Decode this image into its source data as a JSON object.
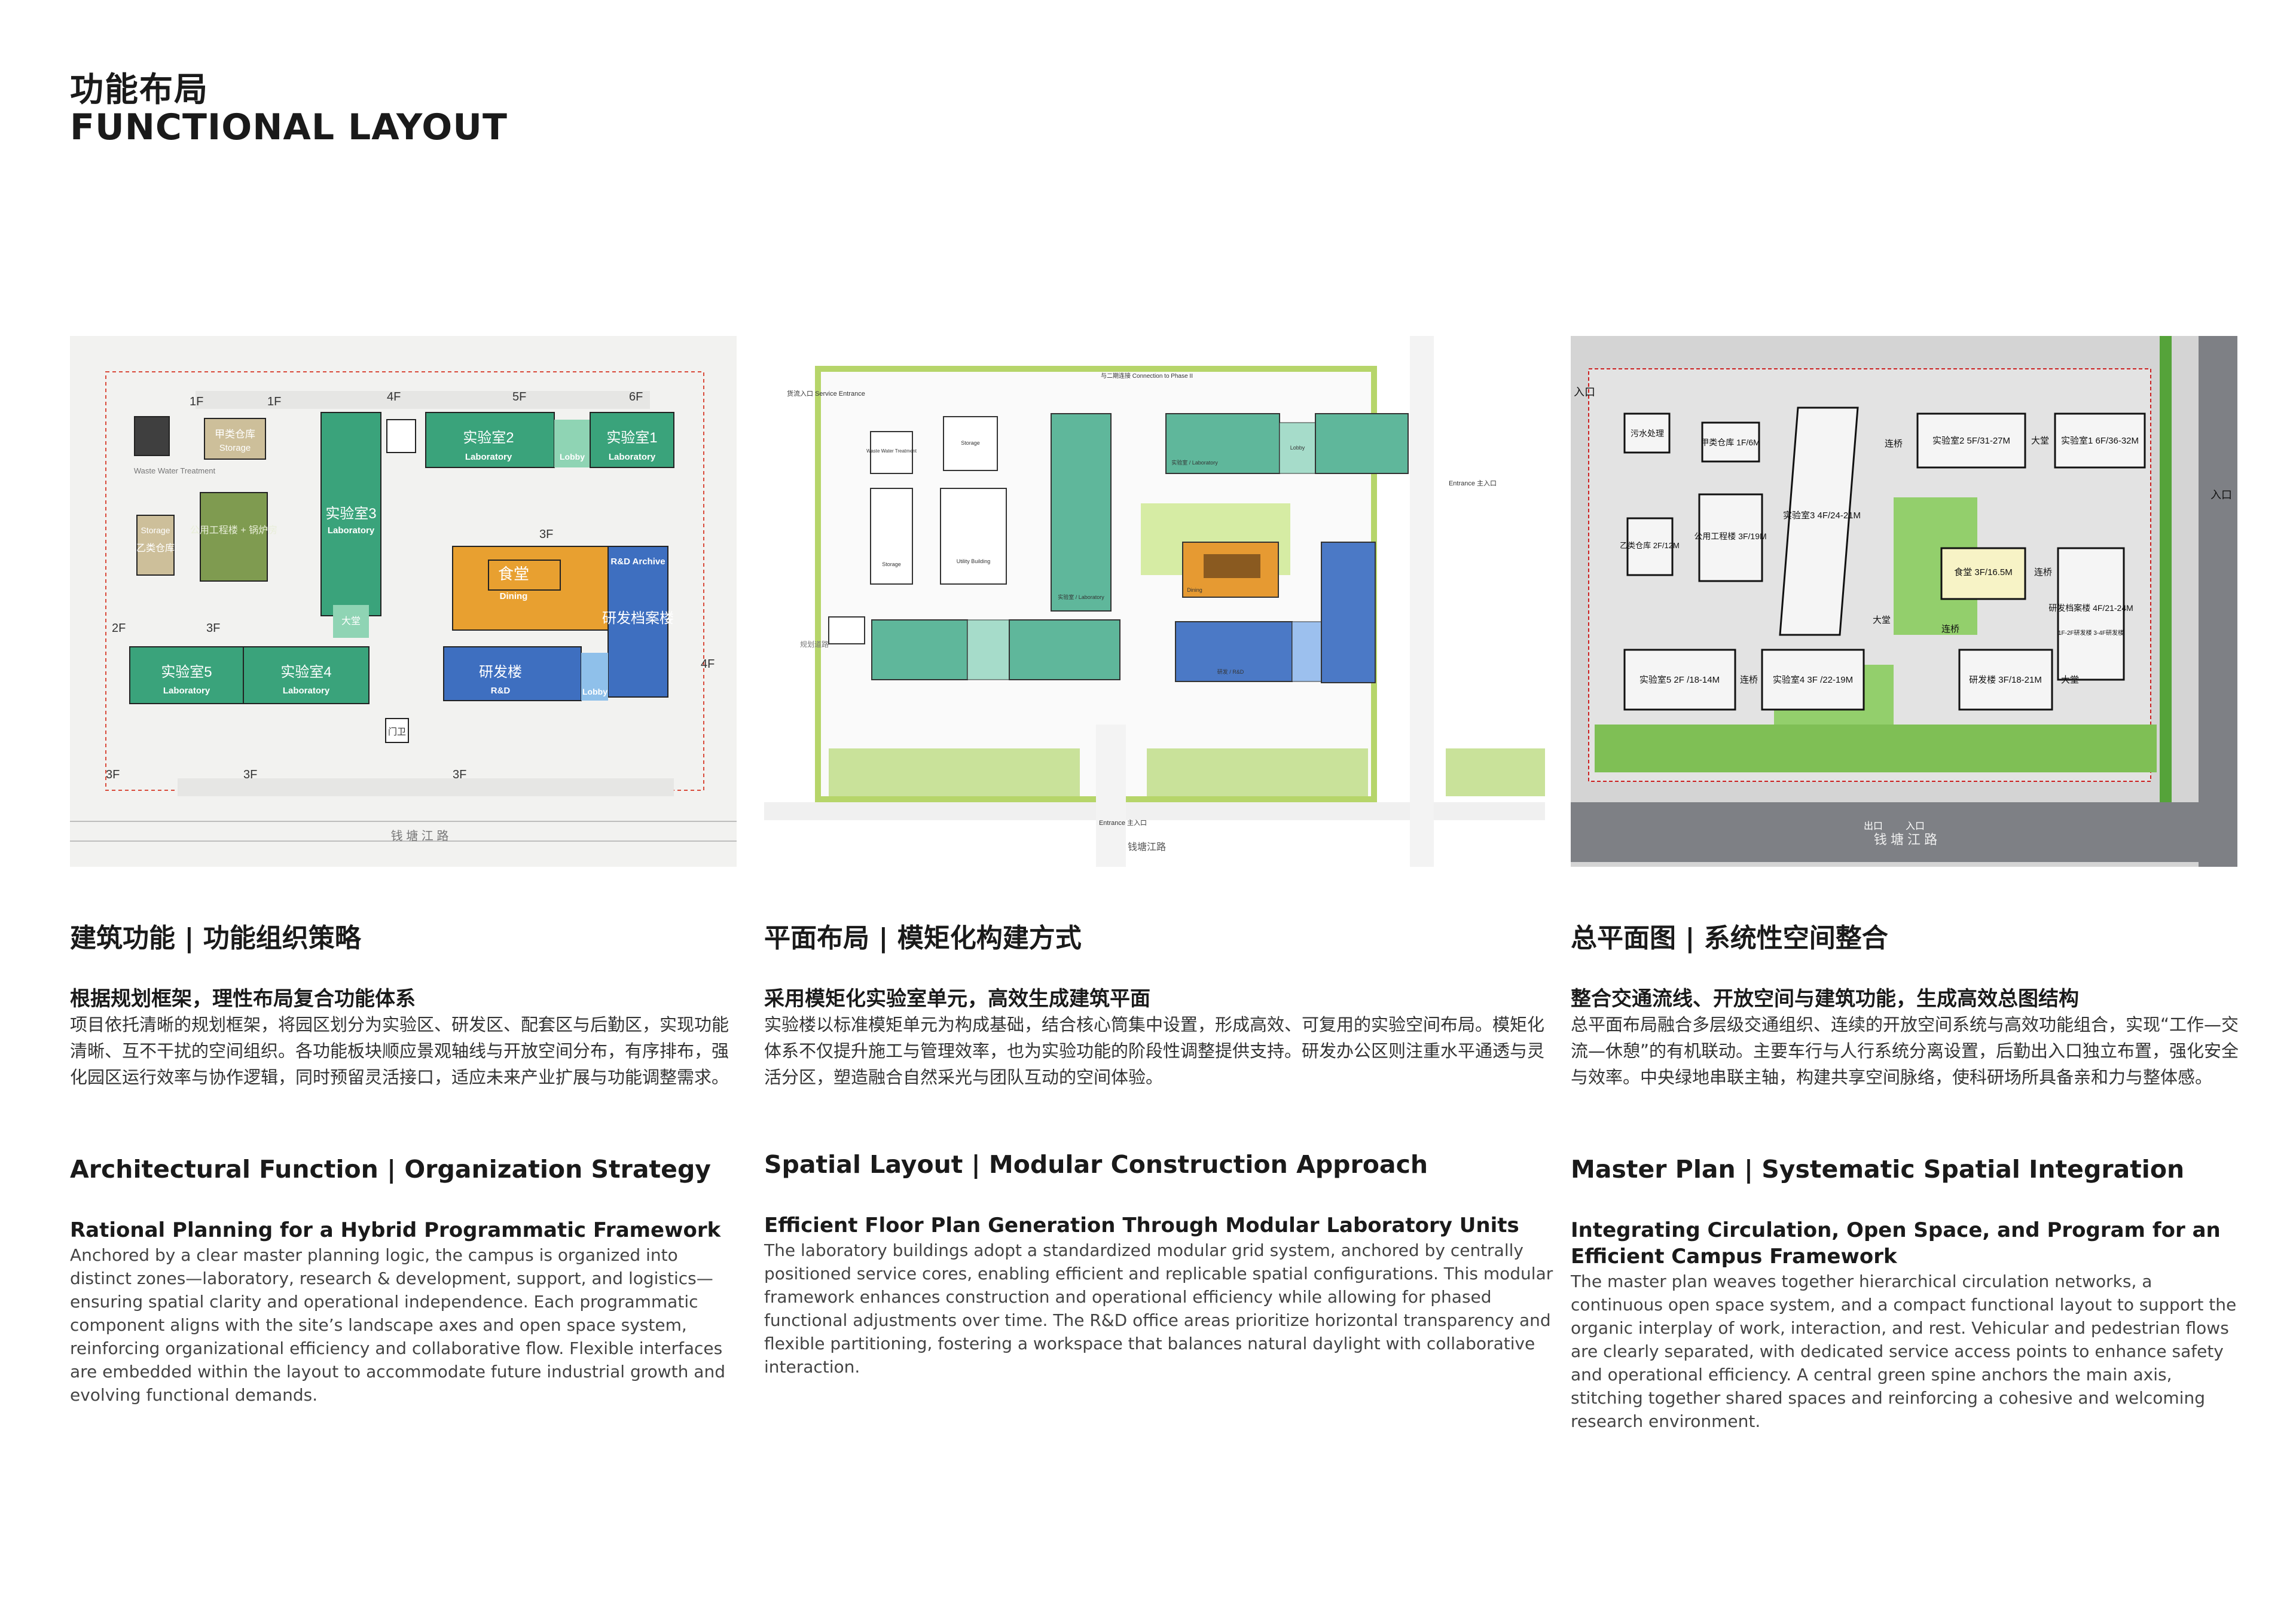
{
  "page": {
    "title_cn": "功能布局",
    "title_en": "FUNCTIONAL LAYOUT"
  },
  "diagram1": {
    "labels": {
      "waste_water": "Waste Water Treatment",
      "storage_a": "甲类仓库",
      "storage_a_en": "Storage",
      "utility": "公用工程楼 + 锅炉房",
      "storage_b": "Storage",
      "storage_b_cn": "乙类仓库",
      "lab3_cn": "实验室3",
      "lab3_en": "Laboratory",
      "lab2_cn": "实验室2",
      "lab2_en": "Laboratory",
      "lab1_cn": "实验室1",
      "lab1_en": "Laboratory",
      "lobby": "Lobby",
      "hall": "大堂",
      "dining_cn": "食堂",
      "dining_en": "Dining",
      "archive_en": "R&D Archive",
      "archive_cn": "研发档案楼",
      "rd_cn": "研发楼",
      "rd_en": "R&D",
      "lab5_cn": "实验室5",
      "lab5_en": "Laboratory",
      "lab4_cn": "实验室4",
      "lab4_en": "Laboratory",
      "gate": "门卫",
      "road": "钱 塘 江 路"
    },
    "floors": [
      "1F",
      "1F",
      "4F",
      "5F",
      "6F",
      "3F",
      "2F",
      "3F",
      "4F",
      "3F",
      "3F",
      "3F"
    ]
  },
  "diagram2": {
    "labels": {
      "service_entrance": "货流入口 Service Entrance",
      "connection": "与二期连接 Connection to Phase II",
      "waste_water": "Waste Water Treatment",
      "storage": "Storage",
      "storage2": "Storage",
      "utility": "Utility Building",
      "lab_a": "实验室 / Laboratory",
      "lab_b": "实验室 / Laboratory",
      "lobby": "Lobby",
      "dining": "Dining",
      "rd_office": "研发 / R&D",
      "entrance_right": "Entrance 主入口",
      "entrance_bottom": "Entrance 主入口",
      "road": "钱塘江路",
      "road_left": "规划道路"
    }
  },
  "diagram3": {
    "labels": {
      "entry_left": "入口",
      "entry_right": "入口",
      "exit": "出口",
      "entry_bottom": "入口",
      "waste": "污水处理",
      "store_a": "甲类仓库 1F/6M",
      "utility": "公用工程楼 3F/19M",
      "store_b": "乙类仓库 2F/12M",
      "lab3": "实验室3 4F/24-21M",
      "link1": "连桥",
      "lab2": "实验室2 5F/31-27M",
      "hall1": "大堂",
      "lab1": "实验室1 6F/36-32M",
      "canteen": "食堂 3F/16.5M",
      "link2": "连桥",
      "archive": "研发档案楼 4F/21-24M",
      "archive_note": "1F-2F研发楼 3-4F研发楼",
      "hall2": "大堂",
      "link3": "连桥",
      "lab5": "实验室5 2F /18-14M",
      "link4": "连桥",
      "lab4": "实验室4 3F /22-19M",
      "rd": "研发楼 3F/18-21M",
      "hall3": "大堂",
      "road": "钱 塘 江 路"
    }
  },
  "sections": [
    {
      "heading_cn": "建筑功能 | 功能组织策略",
      "sub_cn": "根据规划框架，理性布局复合功能体系",
      "body_cn": "项目依托清晰的规划框架，将园区划分为实验区、研发区、配套区与后勤区，实现功能清晰、互不干扰的空间组织。各功能板块顺应景观轴线与开放空间分布，有序排布，强化园区运行效率与协作逻辑，同时预留灵活接口，适应未来产业扩展与功能调整需求。",
      "heading_en": "Architectural Function | Organization Strategy",
      "sub_en": "Rational Planning for a Hybrid Programmatic Framework",
      "body_en": "Anchored by a clear master planning logic, the campus is organized into distinct zones—laboratory, research & development, support, and logistics—ensuring spatial clarity and operational independence. Each programmatic component aligns with the site’s landscape axes and open space system, reinforcing organizational efficiency and collaborative flow. Flexible interfaces are embedded within the layout to accommodate future industrial growth and evolving functional demands."
    },
    {
      "heading_cn": "平面布局 | 模矩化构建方式",
      "sub_cn": "采用模矩化实验室单元，高效生成建筑平面",
      "body_cn": "实验楼以标准模矩单元为构成基础，结合核心筒集中设置，形成高效、可复用的实验空间布局。模矩化体系不仅提升施工与管理效率，也为实验功能的阶段性调整提供支持。研发办公区则注重水平通透与灵活分区，塑造融合自然采光与团队互动的空间体验。",
      "heading_en": "Spatial Layout | Modular Construction Approach",
      "sub_en": "Efficient Floor Plan Generation Through Modular Laboratory Units",
      "body_en": "The laboratory buildings adopt a standardized modular grid system, anchored by centrally positioned service cores, enabling efficient and replicable spatial configurations. This modular framework enhances construction and operational efficiency while allowing for phased functional adjustments over time. The R&D office areas prioritize horizontal transparency and flexible partitioning, fostering a workspace that balances natural daylight with collaborative interaction."
    },
    {
      "heading_cn": "总平面图 | 系统性空间整合",
      "sub_cn": "整合交通流线、开放空间与建筑功能，生成高效总图结构",
      "body_cn": "总平面布局融合多层级交通组织、连续的开放空间系统与高效功能组合，实现“工作—交流—休憩”的有机联动。主要车行与人行系统分离设置，后勤出入口独立布置，强化安全与效率。中央绿地串联主轴，构建共享空间脉络，使科研场所具备亲和力与整体感。",
      "heading_en": "Master Plan | Systematic Spatial Integration",
      "sub_en": "Integrating Circulation, Open Space, and Program for an Efficient Campus Framework",
      "body_en": "The master plan weaves together hierarchical circulation networks, a continuous open space system, and a compact functional layout to support the organic interplay of work, interaction, and rest. Vehicular and pedestrian flows are clearly separated, with dedicated service access points to enhance safety and operational efficiency. A central green spine anchors the main axis, stitching together shared spaces and reinforcing a cohesive and welcoming research environment."
    }
  ]
}
